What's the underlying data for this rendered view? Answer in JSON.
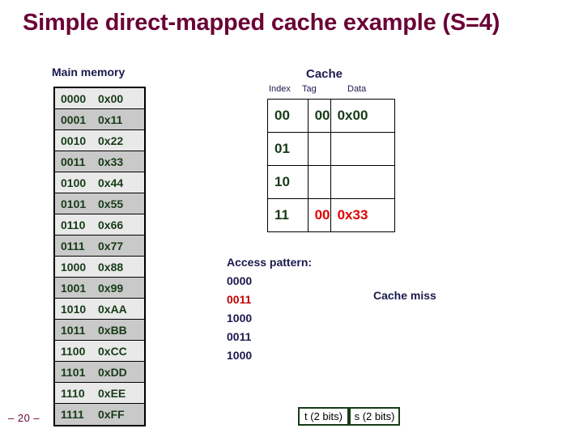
{
  "slide": {
    "title": "Simple direct-mapped cache example (S=4)",
    "page_number": "– 20 –"
  },
  "main_memory": {
    "label": "Main memory",
    "rows": [
      {
        "address": "0000",
        "value": "0x00"
      },
      {
        "address": "0001",
        "value": "0x11"
      },
      {
        "address": "0010",
        "value": "0x22"
      },
      {
        "address": "0011",
        "value": "0x33"
      },
      {
        "address": "0100",
        "value": "0x44"
      },
      {
        "address": "0101",
        "value": "0x55"
      },
      {
        "address": "0110",
        "value": "0x66"
      },
      {
        "address": "0111",
        "value": "0x77"
      },
      {
        "address": "1000",
        "value": "0x88"
      },
      {
        "address": "1001",
        "value": "0x99"
      },
      {
        "address": "1010",
        "value": "0xAA"
      },
      {
        "address": "1011",
        "value": "0xBB"
      },
      {
        "address": "1100",
        "value": "0xCC"
      },
      {
        "address": "1101",
        "value": "0xDD"
      },
      {
        "address": "1110",
        "value": "0xEE"
      },
      {
        "address": "1111",
        "value": "0xFF"
      }
    ]
  },
  "cache": {
    "label": "Cache",
    "columns": [
      "Index",
      "Tag",
      "Data"
    ],
    "rows": [
      {
        "index": "00",
        "tag": "00",
        "data": "0x00",
        "highlight": false
      },
      {
        "index": "01",
        "tag": "",
        "data": "",
        "highlight": false
      },
      {
        "index": "10",
        "tag": "",
        "data": "",
        "highlight": false
      },
      {
        "index": "11",
        "tag": "00",
        "data": "0x33",
        "highlight": true
      }
    ]
  },
  "access": {
    "heading": "Access pattern:",
    "entries": [
      {
        "address": "0000",
        "current": false
      },
      {
        "address": "0011",
        "current": true
      },
      {
        "address": "1000",
        "current": false
      },
      {
        "address": "0011",
        "current": false
      },
      {
        "address": "1000",
        "current": false
      }
    ],
    "result": "Cache miss"
  },
  "bitfields": [
    {
      "label": "t (2 bits)"
    },
    {
      "label": "s (2 bits)"
    }
  ],
  "colors": {
    "title": "#6B0036",
    "navy": "#1a1a4e",
    "green": "#173B17",
    "red": "#E00000",
    "row_light": "#E9E9E9",
    "row_dark": "#C9C9C9"
  }
}
